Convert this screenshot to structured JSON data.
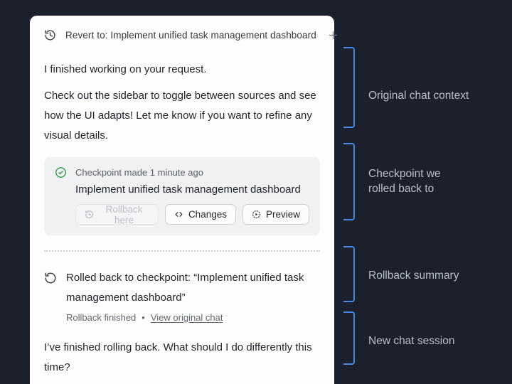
{
  "panel": {
    "header": {
      "title": "Revert to: Implement unified task management dashboard"
    },
    "messages": {
      "msg1": "I finished working on your request.",
      "msg2": "Check out the sidebar to toggle between sources and see how the UI adapts! Let me know if you want to refine any visual details.",
      "closing": "I’ve finished rolling back. What should I do differently this time?"
    },
    "checkpoint_card": {
      "status": "Checkpoint made 1 minute ago",
      "title": "Implement unified task management dashboard",
      "buttons": {
        "rollback": "Rollback here",
        "changes": "Changes",
        "preview": "Preview"
      }
    },
    "rollback_summary": {
      "text": "Rolled back to checkpoint: “Implement unified task management dashboard”",
      "status": "Rollback finished",
      "separator": "•",
      "link": "View original chat"
    }
  },
  "annotations": {
    "labels": {
      "0": "Original chat context",
      "1": "Checkpoint we rolled back to",
      "2": "Rollback summary",
      "3": "New chat session"
    }
  },
  "colors": {
    "background": "#1b202c",
    "panel": "#fdfdfd",
    "bracket_blue": "#4489dd",
    "annotation_text": "#bac0c9",
    "checkpoint_green": "#2e9e44",
    "card_background": "#f0f1f2"
  }
}
